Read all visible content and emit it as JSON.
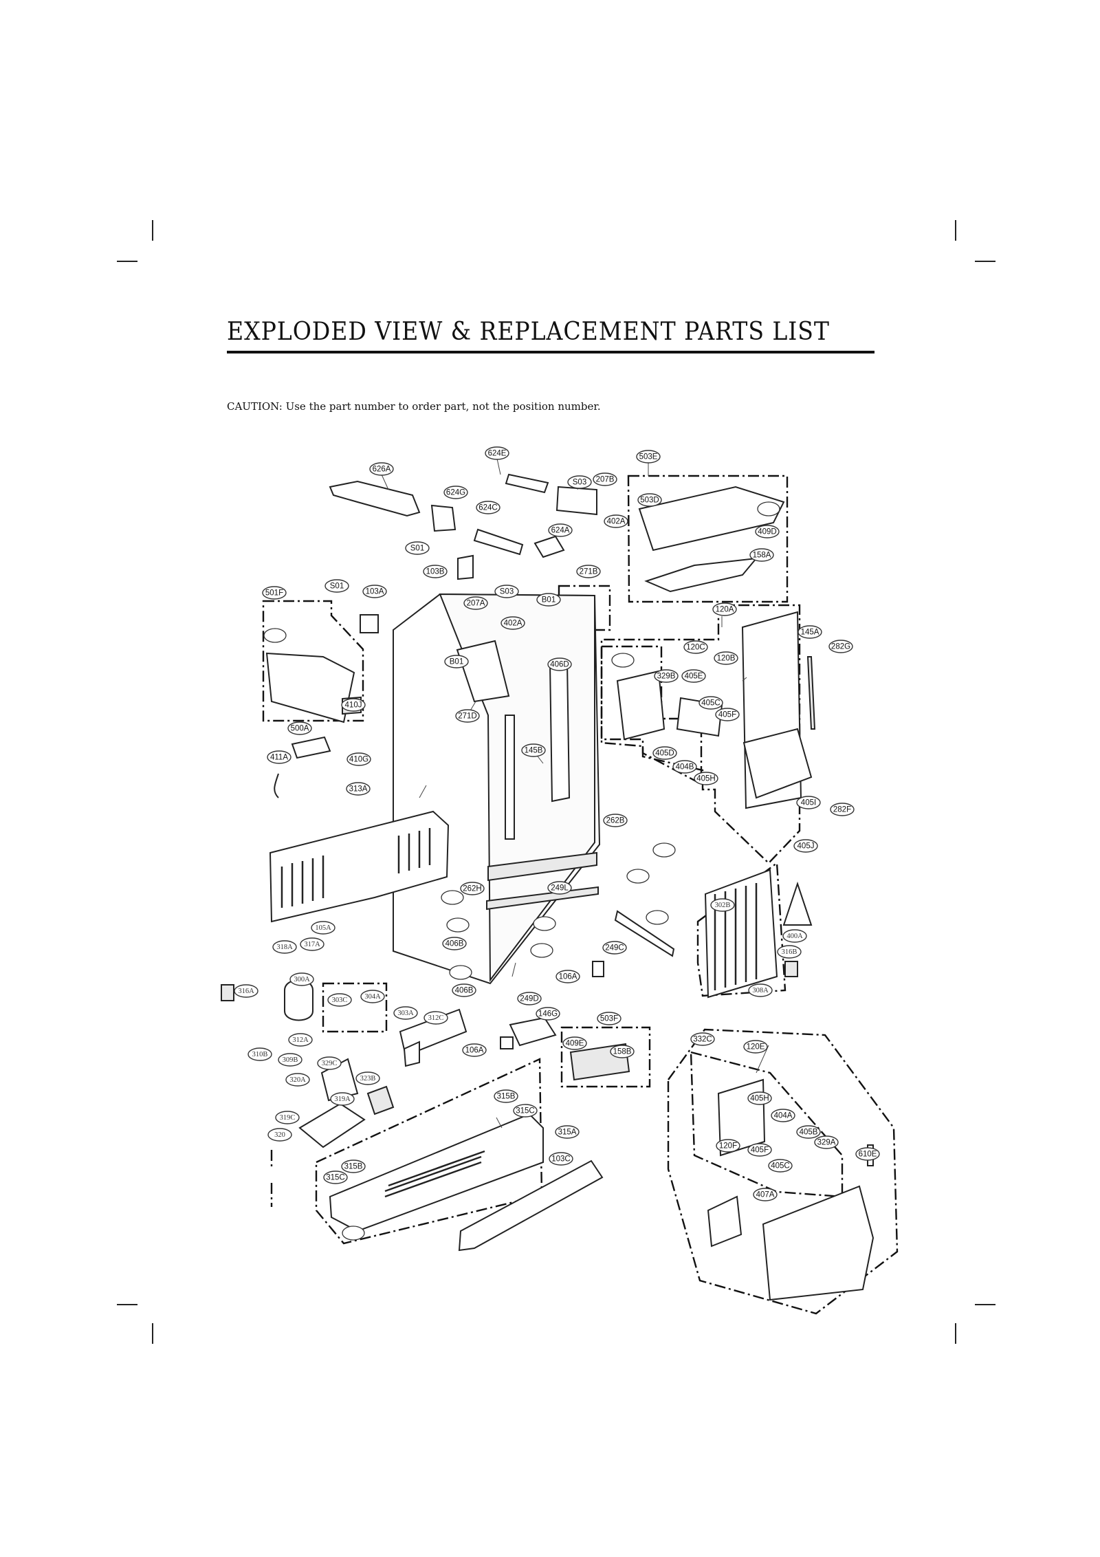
{
  "header": {
    "title": "EXPLODED VIEW & REPLACEMENT PARTS LIST",
    "caution": "CAUTION: Use the part number to order part, not the position number."
  },
  "diagram": {
    "callouts": [
      "626A",
      "624E",
      "S03",
      "207B",
      "503E",
      "624G",
      "624C",
      "402A",
      "503D",
      "624A",
      "S01",
      "409D",
      "103B",
      "158A",
      "271B",
      "501F",
      "S01",
      "103A",
      "207A",
      "S03",
      "B01",
      "402A",
      "120A",
      "145A",
      "282G",
      "120C",
      "120B",
      "B01",
      "406D",
      "329B",
      "405E",
      "410J",
      "271D",
      "405C",
      "405F",
      "500A",
      "145B",
      "405D",
      "404B",
      "411A",
      "410G",
      "405H",
      "405I",
      "282F",
      "313A",
      "262B",
      "405J",
      "262H",
      "249L",
      "406B",
      "249C",
      "106A",
      "406B",
      "249D",
      "146G",
      "503F",
      "409E",
      "158B",
      "106A",
      "332C",
      "120E",
      "315B",
      "315C",
      "315A",
      "405H",
      "404A",
      "405B",
      "329A",
      "120F",
      "405F",
      "405C",
      "610E",
      "315B",
      "315C",
      "103C",
      "407A"
    ],
    "serif_callouts": [
      "302B",
      "400A",
      "316B",
      "308A",
      "105A",
      "317A",
      "318A",
      "300A",
      "316A",
      "304A",
      "303C",
      "303A",
      "312C",
      "312A",
      "310B",
      "309B",
      "329C",
      "323B",
      "320A",
      "319A",
      "319C",
      "320"
    ]
  }
}
